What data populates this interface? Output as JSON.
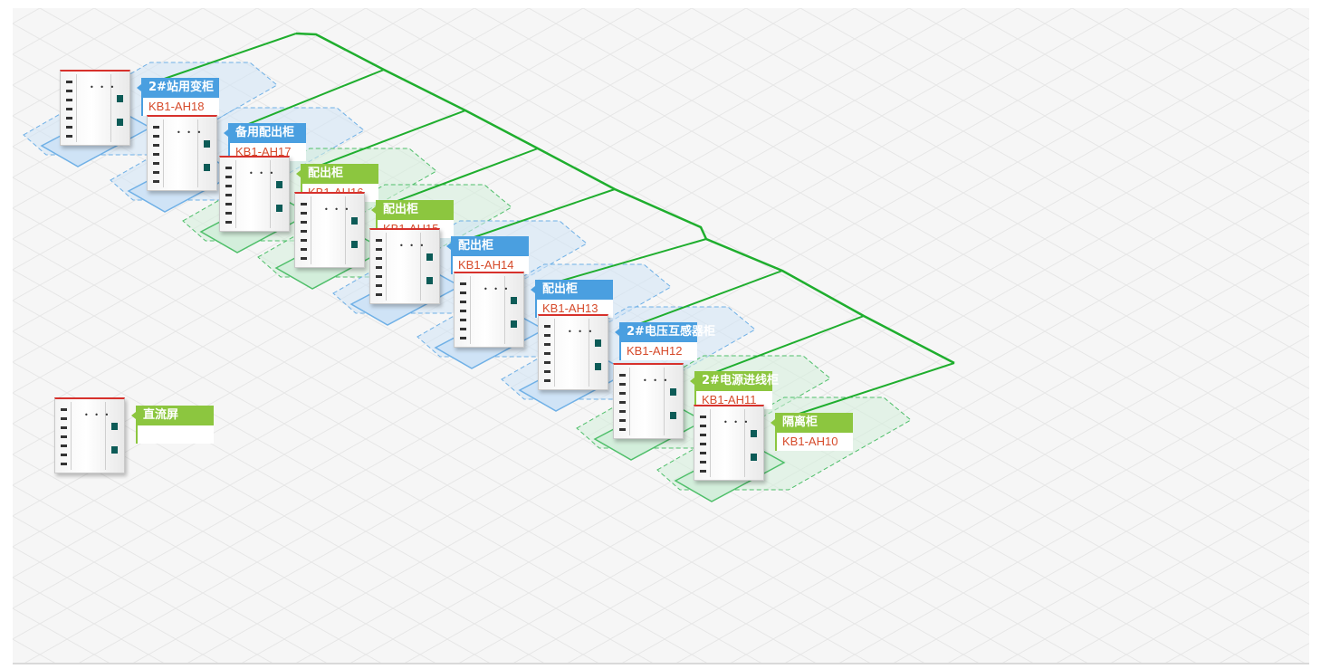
{
  "cabinets": [
    {
      "name": "2#站用变柜",
      "code": "KB1-AH18",
      "color": "blue"
    },
    {
      "name": "备用配出柜",
      "code": "KB1-AH17",
      "color": "blue"
    },
    {
      "name": "配出柜",
      "code": "KB1-AH16",
      "color": "green"
    },
    {
      "name": "配出柜",
      "code": "KB1-AH15",
      "color": "green"
    },
    {
      "name": "配出柜",
      "code": "KB1-AH14",
      "color": "blue"
    },
    {
      "name": "配出柜",
      "code": "KB1-AH13",
      "color": "blue"
    },
    {
      "name": "2#电压互感器柜",
      "code": "KB1-AH12",
      "color": "blue"
    },
    {
      "name": "2#电源进线柜",
      "code": "KB1-AH11",
      "color": "green"
    },
    {
      "name": "隔离柜",
      "code": "KB1-AH10",
      "color": "green"
    }
  ],
  "standalone": {
    "name": "直流屏",
    "code": "",
    "color": "green"
  },
  "colors": {
    "blue_label": "#4a9fe0",
    "green_label": "#8cc63f",
    "code_text": "#d64a2a",
    "busbar": "#1fae2e",
    "blue_zone": "#cfe3f6",
    "green_zone": "#d3eedb"
  }
}
